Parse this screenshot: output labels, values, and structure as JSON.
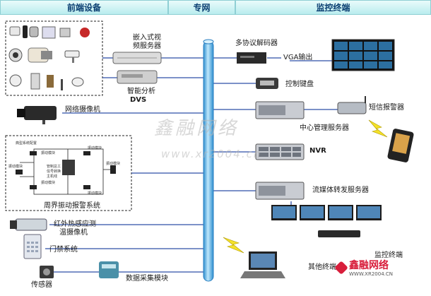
{
  "header": {
    "front_end": "前端设备",
    "network": "专网",
    "monitor": "监控终端"
  },
  "left_devices": {
    "embedded_server_line1": "嵌入式视",
    "embedded_server_line2": "频服务器",
    "smart_dvs_line1": "智能分析",
    "smart_dvs_line2": "DVS",
    "network_camera": "网络摄像机",
    "perimeter_alarm": "周界振动报警系统",
    "ir_camera_line1": "红外热感应测",
    "ir_camera_line2": "温摄像机",
    "access_control": "门禁系统",
    "sensor": "传感器",
    "data_module": "数据采集模块"
  },
  "right_devices": {
    "decoder": "多协议解码器",
    "vga_output": "VGA输出",
    "keyboard": "控制键盘",
    "sms_alarm": "短信报警器",
    "central_server": "中心管理服务器",
    "nvr": "NVR",
    "stream_server": "流媒体转发服务器",
    "monitor_terminal": "监控终端",
    "other_terminal": "其他终端"
  },
  "perimeter_inner": {
    "title": "典型系统配置",
    "n1": "振动模块",
    "n2": "振动模块",
    "n3": "振动模块",
    "n4": "振动模块",
    "n5": "振动模块",
    "n6": "振动模块",
    "center_line1": "管制总工",
    "center_line2": "信号转换",
    "center_line3": "主机线"
  },
  "watermark": {
    "chinese": "鑫融网络",
    "url": "www.xr2004.cn"
  },
  "logo": {
    "name": "鑫融网络",
    "url": "WWW.XR2004.CN"
  },
  "colors": {
    "bus": "#5fb8e8",
    "link": "#2e4fa8",
    "header_text": "#0b3f72",
    "lightning": "#f4e12a"
  }
}
